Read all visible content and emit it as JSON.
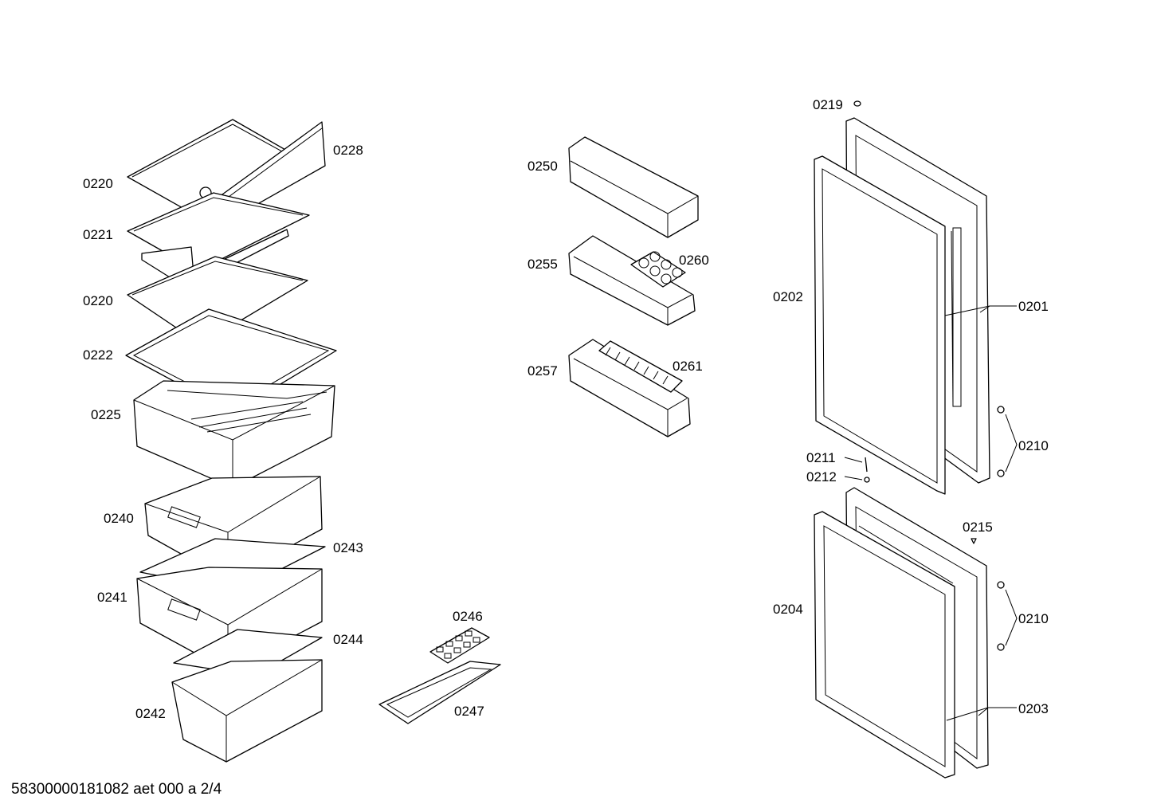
{
  "footer_code": "58300000181082 aet 000 a 2/4",
  "labels": {
    "p0220a": "0220",
    "p0228": "0228",
    "p0221": "0221",
    "p0220b": "0220",
    "p0222": "0222",
    "p0225": "0225",
    "p0240": "0240",
    "p0243": "0243",
    "p0241": "0241",
    "p0244": "0244",
    "p0242": "0242",
    "p0246": "0246",
    "p0247": "0247",
    "p0250": "0250",
    "p0255": "0255",
    "p0260": "0260",
    "p0257": "0257",
    "p0261": "0261",
    "p0219": "0219",
    "p0202": "0202",
    "p0201": "0201",
    "p0210a": "0210",
    "p0211": "0211",
    "p0212": "0212",
    "p0215": "0215",
    "p0204": "0204",
    "p0210b": "0210",
    "p0203": "0203"
  }
}
